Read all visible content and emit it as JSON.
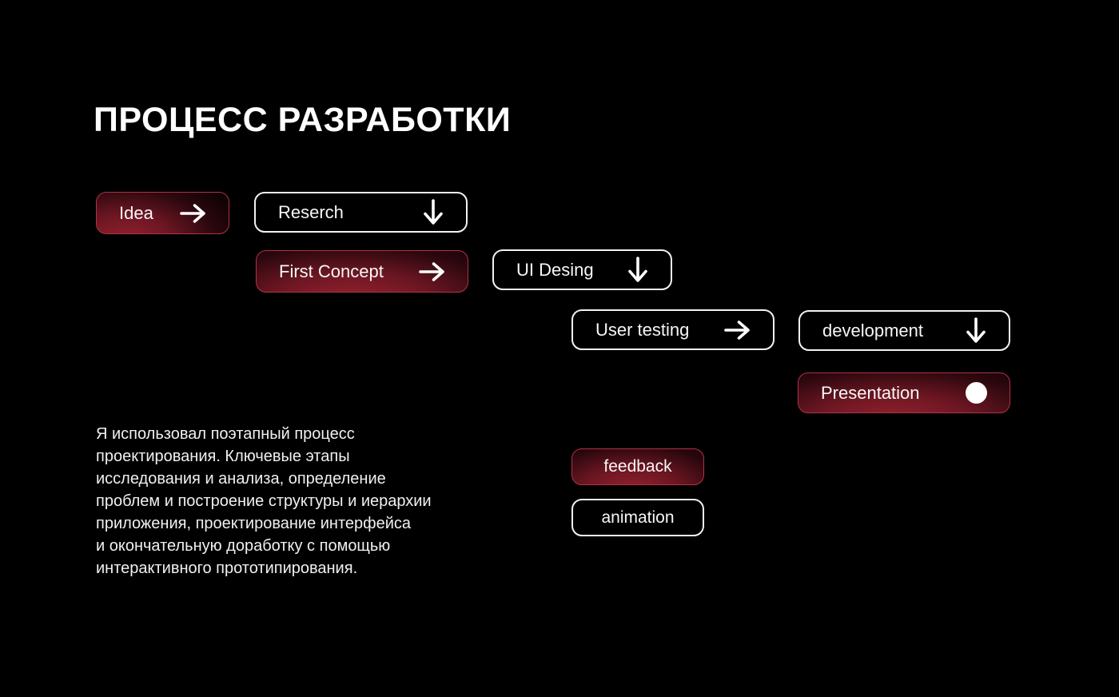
{
  "title": "ПРОЦЕСС РАЗРАБОТКИ",
  "steps": [
    {
      "label": "Idea",
      "icon": "arrow-right",
      "style": "red-gradient"
    },
    {
      "label": "Reserch",
      "icon": "arrow-down",
      "style": "outline"
    },
    {
      "label": "First Concept",
      "icon": "arrow-right",
      "style": "red-gradient"
    },
    {
      "label": "UI Desing",
      "icon": "arrow-down",
      "style": "outline"
    },
    {
      "label": "User testing",
      "icon": "arrow-right",
      "style": "outline"
    },
    {
      "label": "development",
      "icon": "arrow-down",
      "style": "outline"
    },
    {
      "label": "Presentation",
      "icon": "circle",
      "style": "red-gradient"
    },
    {
      "label": "feedback",
      "icon": "none",
      "style": "red-gradient"
    },
    {
      "label": "animation",
      "icon": "none",
      "style": "outline"
    }
  ],
  "description": {
    "lines": [
      "Я использовал поэтапный процесс",
      "проектирования. Ключевые этапы",
      "исследования и анализа, определение",
      "проблем и построение структуры и иерархии",
      "приложения, проектирование интерфейса",
      "и окончательную доработку с помощью",
      "интерактивного прототипирования."
    ]
  },
  "colors": {
    "background": "#000000",
    "red_border": "#b23246",
    "red_glow": "#97212f",
    "outline_border": "#f2f2f2",
    "text": "#f5f5f5"
  }
}
